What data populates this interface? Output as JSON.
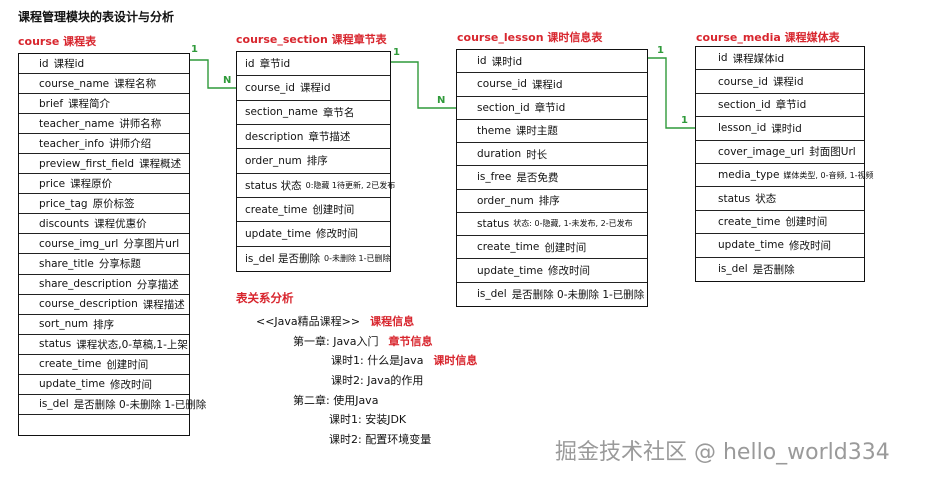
{
  "page_title": "课程管理模块的表设计与分析",
  "tables": {
    "course": {
      "name": "course 课程表",
      "rows": [
        {
          "f": "id",
          "d": "课程id"
        },
        {
          "f": "course_name",
          "d": "课程名称"
        },
        {
          "f": "brief",
          "d": "课程简介"
        },
        {
          "f": "teacher_name",
          "d": "讲师名称"
        },
        {
          "f": "teacher_info",
          "d": "讲师介绍"
        },
        {
          "f": "preview_first_field",
          "d": "课程概述"
        },
        {
          "f": "price",
          "d": "课程原价"
        },
        {
          "f": "price_tag",
          "d": "原价标签"
        },
        {
          "f": "discounts",
          "d": "课程优惠价"
        },
        {
          "f": "course_img_url",
          "d": "分享图片url"
        },
        {
          "f": "share_title",
          "d": "分享标题"
        },
        {
          "f": "share_description",
          "d": "分享描述"
        },
        {
          "f": "course_description",
          "d": "课程描述"
        },
        {
          "f": "sort_num",
          "d": "排序"
        },
        {
          "f": "status",
          "d": "课程状态,0-草稿,1-上架"
        },
        {
          "f": "create_time",
          "d": "创建时间"
        },
        {
          "f": "update_time",
          "d": "修改时间"
        },
        {
          "f": "is_del",
          "d": "是否删除 0-未删除 1-已删除"
        },
        {
          "f": "",
          "d": ""
        }
      ]
    },
    "course_section": {
      "name": "course_section 课程章节表",
      "rows": [
        {
          "f": "id",
          "d": "章节id"
        },
        {
          "f": "course_id",
          "d": "课程id"
        },
        {
          "f": "section_name",
          "d": "章节名"
        },
        {
          "f": "description",
          "d": "章节描述"
        },
        {
          "f": "order_num",
          "d": "排序"
        },
        {
          "f": "status 状态",
          "d": "0:隐藏 1待更新, 2已发布"
        },
        {
          "f": "create_time",
          "d": "创建时间"
        },
        {
          "f": "update_time",
          "d": "修改时间"
        },
        {
          "f": "is_del 是否删除",
          "d": "0-未删除 1-已删除"
        }
      ]
    },
    "course_lesson": {
      "name": "course_lesson 课时信息表",
      "rows": [
        {
          "f": "id",
          "d": "课时id"
        },
        {
          "f": "course_id",
          "d": "课程id"
        },
        {
          "f": "section_id",
          "d": "章节id"
        },
        {
          "f": "theme",
          "d": "课时主题"
        },
        {
          "f": "duration",
          "d": "时长"
        },
        {
          "f": "is_free",
          "d": "是否免费"
        },
        {
          "f": "order_num",
          "d": "排序"
        },
        {
          "f": "status",
          "d": "状态: 0-隐藏, 1-未发布, 2-已发布"
        },
        {
          "f": "create_time",
          "d": "创建时间"
        },
        {
          "f": "update_time",
          "d": "修改时间"
        },
        {
          "f": "is_del",
          "d": "是否删除 0-未删除 1-已删除"
        }
      ]
    },
    "course_media": {
      "name": "course_media 课程媒体表",
      "rows": [
        {
          "f": "id",
          "d": "课程媒体id"
        },
        {
          "f": "course_id",
          "d": "课程id"
        },
        {
          "f": "section_id",
          "d": "章节id"
        },
        {
          "f": "lesson_id",
          "d": "课时id"
        },
        {
          "f": "cover_image_url",
          "d": "封面图Url"
        },
        {
          "f": "media_type",
          "d": "媒体类型, 0-音频, 1-视频"
        },
        {
          "f": "status",
          "d": "状态"
        },
        {
          "f": "create_time",
          "d": "创建时间"
        },
        {
          "f": "update_time",
          "d": "修改时间"
        },
        {
          "f": "is_del",
          "d": "是否删除"
        }
      ]
    }
  },
  "relations": {
    "one": "1",
    "many": "N"
  },
  "analysis": {
    "title": "表关系分析",
    "lines": [
      {
        "text": "<<Java精品课程>>",
        "tag": "课程信息"
      },
      {
        "text": "第一章: Java入门",
        "tag": "章节信息"
      },
      {
        "text": "课时1: 什么是Java",
        "tag": "课时信息"
      },
      {
        "text": "课时2: Java的作用",
        "tag": ""
      },
      {
        "text": "第二章: 使用Java",
        "tag": ""
      },
      {
        "text": "课时1: 安装JDK",
        "tag": ""
      },
      {
        "text": "课时2: 配置环境变量",
        "tag": ""
      }
    ]
  },
  "watermark": "掘金技术社区 @ hello_world334",
  "colors": {
    "table_name": "#d8262e",
    "connector": "#2f9a3a",
    "watermark": "#9a9a9a"
  }
}
